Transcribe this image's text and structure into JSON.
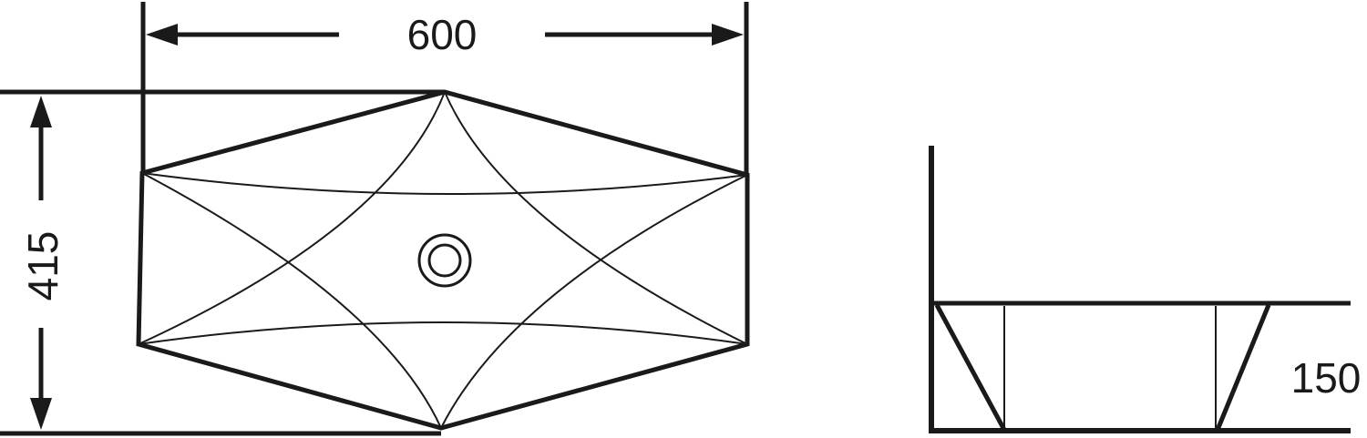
{
  "dimensions": {
    "width_label": "600",
    "height_label": "415",
    "depth_label": "150"
  },
  "colors": {
    "line": "#1a1a1a",
    "background": "#ffffff"
  }
}
